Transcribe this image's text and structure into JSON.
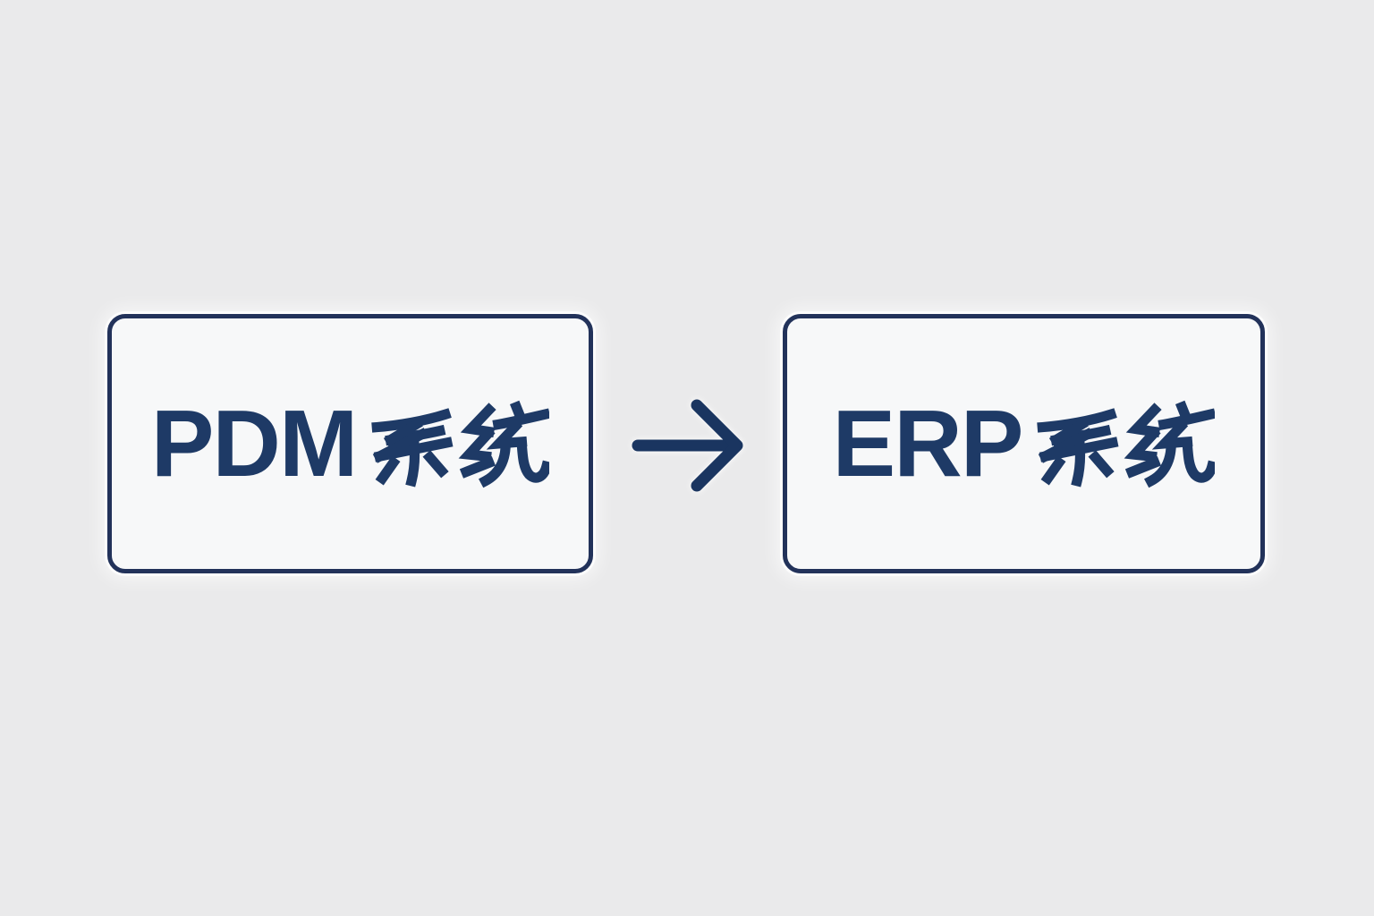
{
  "page": {
    "background": "#eaeaeb",
    "description": "Two-node flow diagram showing data flow from PDM system to ERP system"
  },
  "colors": {
    "page_bg": "#eaeaeb",
    "box_fill": "#f7f8f9",
    "navy_border": "#22325a",
    "navy_text": "#1e3a66",
    "navy_arrow": "#1a3560"
  },
  "diagram": {
    "source_box": {
      "label": "PDM系统",
      "latin": "PDM",
      "cjk": "系统"
    },
    "target_box": {
      "label": "ERP系统",
      "latin": "ERP",
      "cjk": "系统"
    },
    "connector": {
      "icon": "arrow-right-icon",
      "glyph": "→",
      "direction": "left-to-right"
    }
  }
}
